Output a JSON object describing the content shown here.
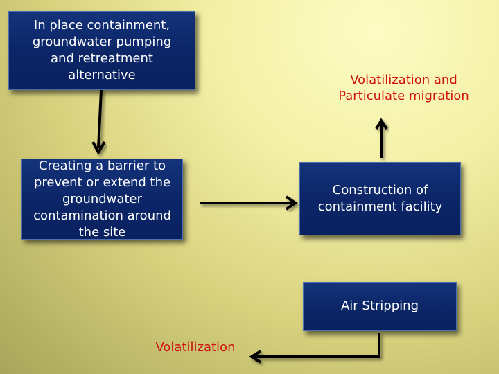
{
  "boxes": {
    "in_place": [
      "In place containment,",
      "groundwater pumping",
      "and retreatment",
      "alternative"
    ],
    "barrier": [
      "Creating a barrier to",
      "prevent or extend the",
      "groundwater",
      "contamination around",
      "the site"
    ],
    "construction": [
      "Construction of",
      "containment facility"
    ],
    "air_stripping": [
      "Air Stripping"
    ]
  },
  "labels": {
    "volatilization_particulate": [
      "Volatilization and",
      "Particulate migration"
    ],
    "volatilization": "Volatilization"
  },
  "colors": {
    "box_fill": "#0b2566",
    "box_text": "#ffffff",
    "label_red": "#d01010",
    "arrow": "#000000"
  }
}
